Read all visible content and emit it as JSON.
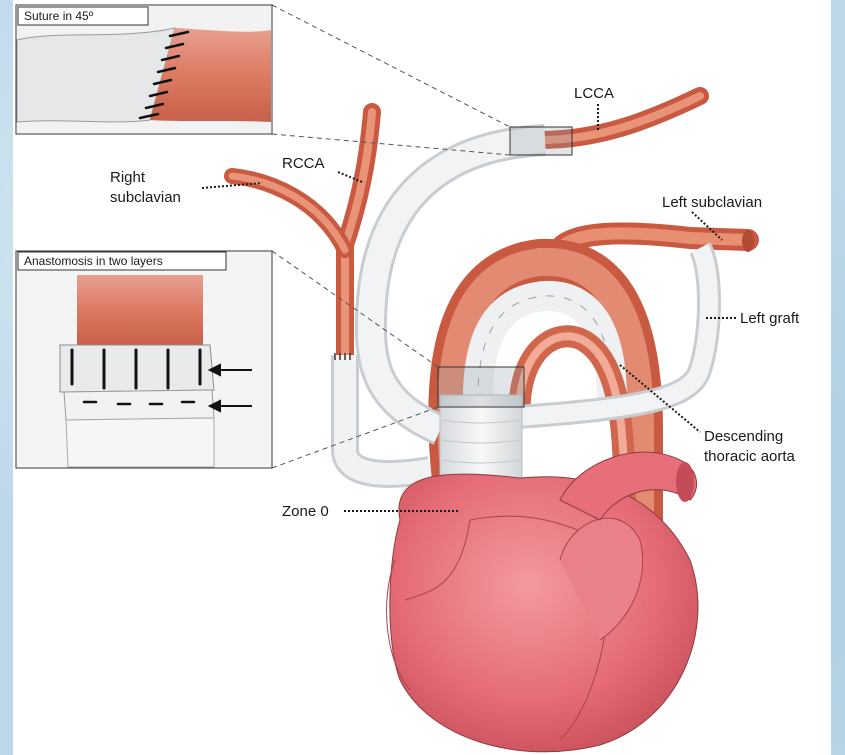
{
  "figure": {
    "inset_top_title": "Suture in 45º",
    "inset_bottom_title": "Anastomosis in two layers",
    "labels": {
      "lcca": "LCCA",
      "rcca": "RCCA",
      "right_subclavian_line1": "Right",
      "right_subclavian_line2": "subclavian",
      "left_subclavian": "Left subclavian",
      "left_graft": "Left graft",
      "descending_line1": "Descending",
      "descending_line2": "thoracic aorta",
      "zone0": "Zone 0"
    },
    "colors": {
      "vessel": "#df7a5f",
      "vessel_dark": "#b9533d",
      "graft": "#eceef0",
      "heart": "#e8707a",
      "heart_dark": "#c9545e",
      "background": "#bcd7e8"
    }
  }
}
